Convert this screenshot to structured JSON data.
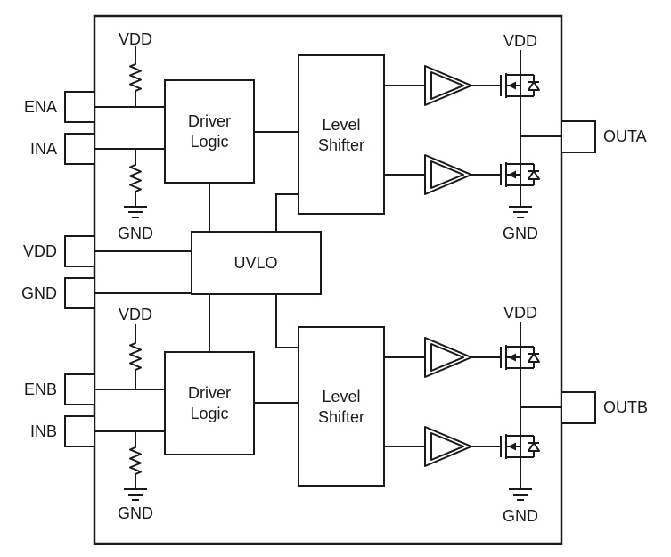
{
  "colors": {
    "line": "#1a1a1a",
    "background": "#ffffff"
  },
  "pins": {
    "left": [
      {
        "label": "ENA"
      },
      {
        "label": "INA"
      },
      {
        "label": "VDD"
      },
      {
        "label": "GND"
      },
      {
        "label": "ENB"
      },
      {
        "label": "INB"
      }
    ],
    "right": [
      {
        "label": "OUTA"
      },
      {
        "label": "OUTB"
      }
    ]
  },
  "blocks": {
    "driver_logic_a": {
      "line1": "Driver",
      "line2": "Logic"
    },
    "level_shifter_a": {
      "line1": "Level",
      "line2": "Shifter"
    },
    "uvlo": {
      "label": "UVLO"
    },
    "driver_logic_b": {
      "line1": "Driver",
      "line2": "Logic"
    },
    "level_shifter_b": {
      "line1": "Level",
      "line2": "Shifter"
    }
  },
  "power_labels": {
    "input_a_vdd": "VDD",
    "input_a_gnd": "GND",
    "output_a_vdd": "VDD",
    "output_a_gnd": "GND",
    "input_b_vdd": "VDD",
    "input_b_gnd": "GND",
    "output_b_vdd": "VDD",
    "output_b_gnd": "GND"
  },
  "icons": {
    "resistor": "resistor-icon",
    "ground": "ground-icon",
    "gate_driver_buffer": "buffer-icon",
    "mosfet_with_body_diode": "mosfet-icon"
  }
}
